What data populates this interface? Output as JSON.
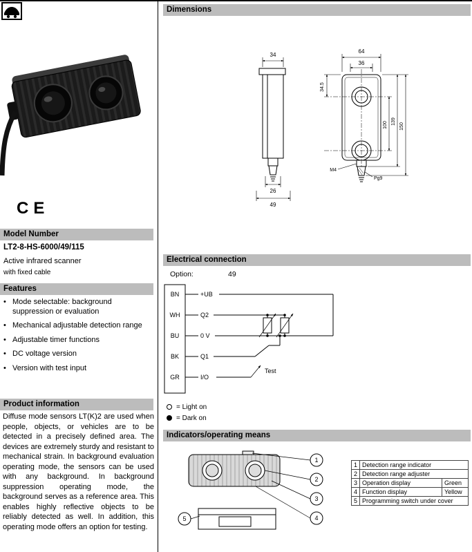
{
  "headers": {
    "model_number": "Model Number",
    "features": "Features",
    "product_information": "Product information",
    "dimensions": "Dimensions",
    "electrical_connection": "Electrical connection",
    "indicators": "Indicators/operating means"
  },
  "model": {
    "number": "LT2-8-HS-6000/49/115",
    "type": "Active infrared scanner",
    "note": "with fixed cable",
    "ce": "CE"
  },
  "features": {
    "bullet": "•",
    "items": [
      "Mode selectable: background suppression or evaluation",
      "Mechanical adjustable detection range",
      "Adjustable timer functions",
      "DC voltage version",
      "Version with test input"
    ]
  },
  "product_information": {
    "text": "Diffuse mode sensors LT(K)2 are used when people, objects, or vehicles are to be detected in a precisely defined area. The devices are extremely sturdy and resistant to mechanical strain. In background evaluation operating mode, the sensors can be used with any background. In background suppression operating mode, the background serves as a reference area. This enables highly reflective objects to be reliably detected as well. In addition, this operating mode offers an option for testing."
  },
  "dims": {
    "d34": "34",
    "d64": "64",
    "d36": "36",
    "d34_5": "34.5",
    "d100": "100",
    "d139": "139",
    "d150": "150",
    "m4": "M4",
    "d26": "26",
    "d49": "49",
    "pg9": "Pg9"
  },
  "electrical": {
    "option_label": "Option:",
    "option_value": "49",
    "wires": [
      {
        "code": "BN",
        "signal": "+UB"
      },
      {
        "code": "WH",
        "signal": "Q2"
      },
      {
        "code": "BU",
        "signal": "0 V"
      },
      {
        "code": "BK",
        "signal": "Q1"
      },
      {
        "code": "GR",
        "signal": "I/O"
      }
    ],
    "test_label": "Test",
    "legend_light": "= Light on",
    "legend_dark": "= Dark on"
  },
  "indicators": {
    "callouts": [
      "1",
      "2",
      "3",
      "4",
      "5"
    ],
    "rows": [
      {
        "num": "1",
        "desc": "Detection range indicator",
        "val": ""
      },
      {
        "num": "2",
        "desc": "Detection range adjuster",
        "val": ""
      },
      {
        "num": "3",
        "desc": "Operation display",
        "val": "Green"
      },
      {
        "num": "4",
        "desc": "Function display",
        "val": "Yellow"
      },
      {
        "num": "5",
        "desc": "Programming switch under cover",
        "val": ""
      }
    ]
  }
}
